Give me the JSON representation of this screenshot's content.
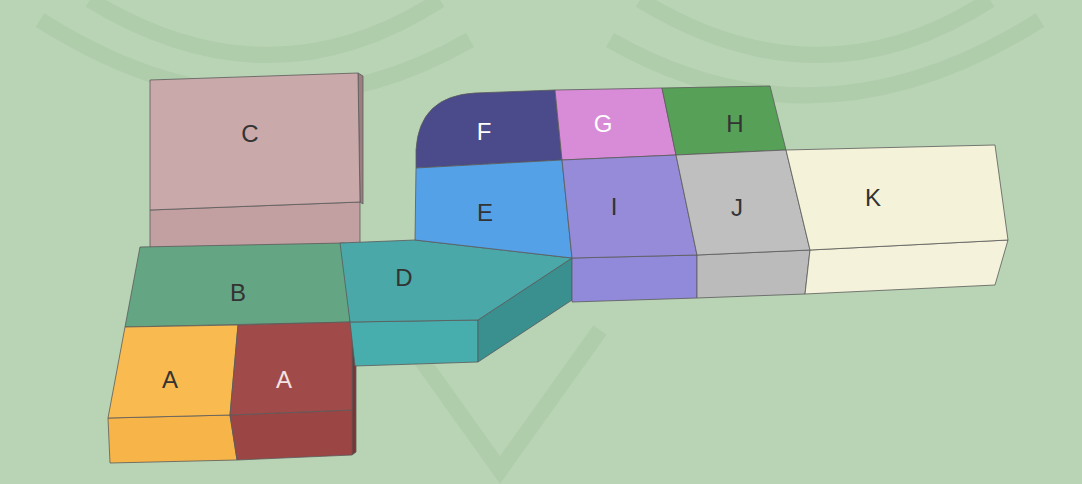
{
  "diagram": {
    "nodes": [
      {
        "text": [
          "C"
        ]
      },
      {
        "text": [
          "B"
        ]
      },
      {
        "text": [
          "A"
        ]
      },
      {
        "text": [
          "A"
        ]
      },
      {
        "text": [
          "D"
        ]
      },
      {
        "text": [
          "F"
        ]
      },
      {
        "text": [
          "G"
        ]
      },
      {
        "text": [
          "H"
        ]
      },
      {
        "text": [
          "E"
        ]
      },
      {
        "text": [
          "I"
        ]
      },
      {
        "text": [
          "J"
        ]
      },
      {
        "text": [
          "K"
        ]
      }
    ]
  }
}
